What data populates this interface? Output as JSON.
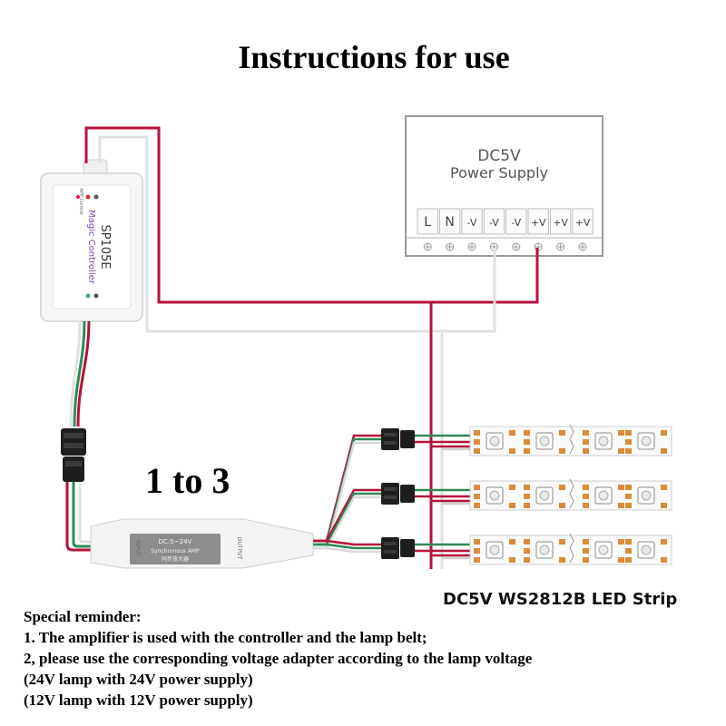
{
  "title": "Instructions for use",
  "power_supply": {
    "line1": "DC5V",
    "line2": "Power Supply",
    "terminals": [
      "L",
      "N",
      "-V",
      "-V",
      "-V",
      "+V",
      "+V",
      "+V"
    ]
  },
  "controller": {
    "model": "SP105E",
    "brand": "Magic Controller",
    "app": "APP Control"
  },
  "amplifier": {
    "voltage": "DC:5~24V",
    "name": "Synchronous AMP",
    "name_cn": "同步放大器",
    "input_label": "INPUT",
    "output_label": "OUTPUT"
  },
  "ratio_label": "1 to 3",
  "strip_label": "DC5V WS2812B LED Strip",
  "reminder": {
    "heading": "Special reminder:",
    "lines": [
      "1. The amplifier is used with the controller and the lamp belt;",
      "2, please use the corresponding voltage adapter according to the lamp voltage",
      "(24V lamp with 24V power supply)",
      "(12V lamp with 12V power supply)"
    ]
  },
  "colors": {
    "red_wire": "#b5123a",
    "green_wire": "#2e8b57",
    "white_wire": "#d9d9d9",
    "strip_pad": "#d98c3a"
  }
}
